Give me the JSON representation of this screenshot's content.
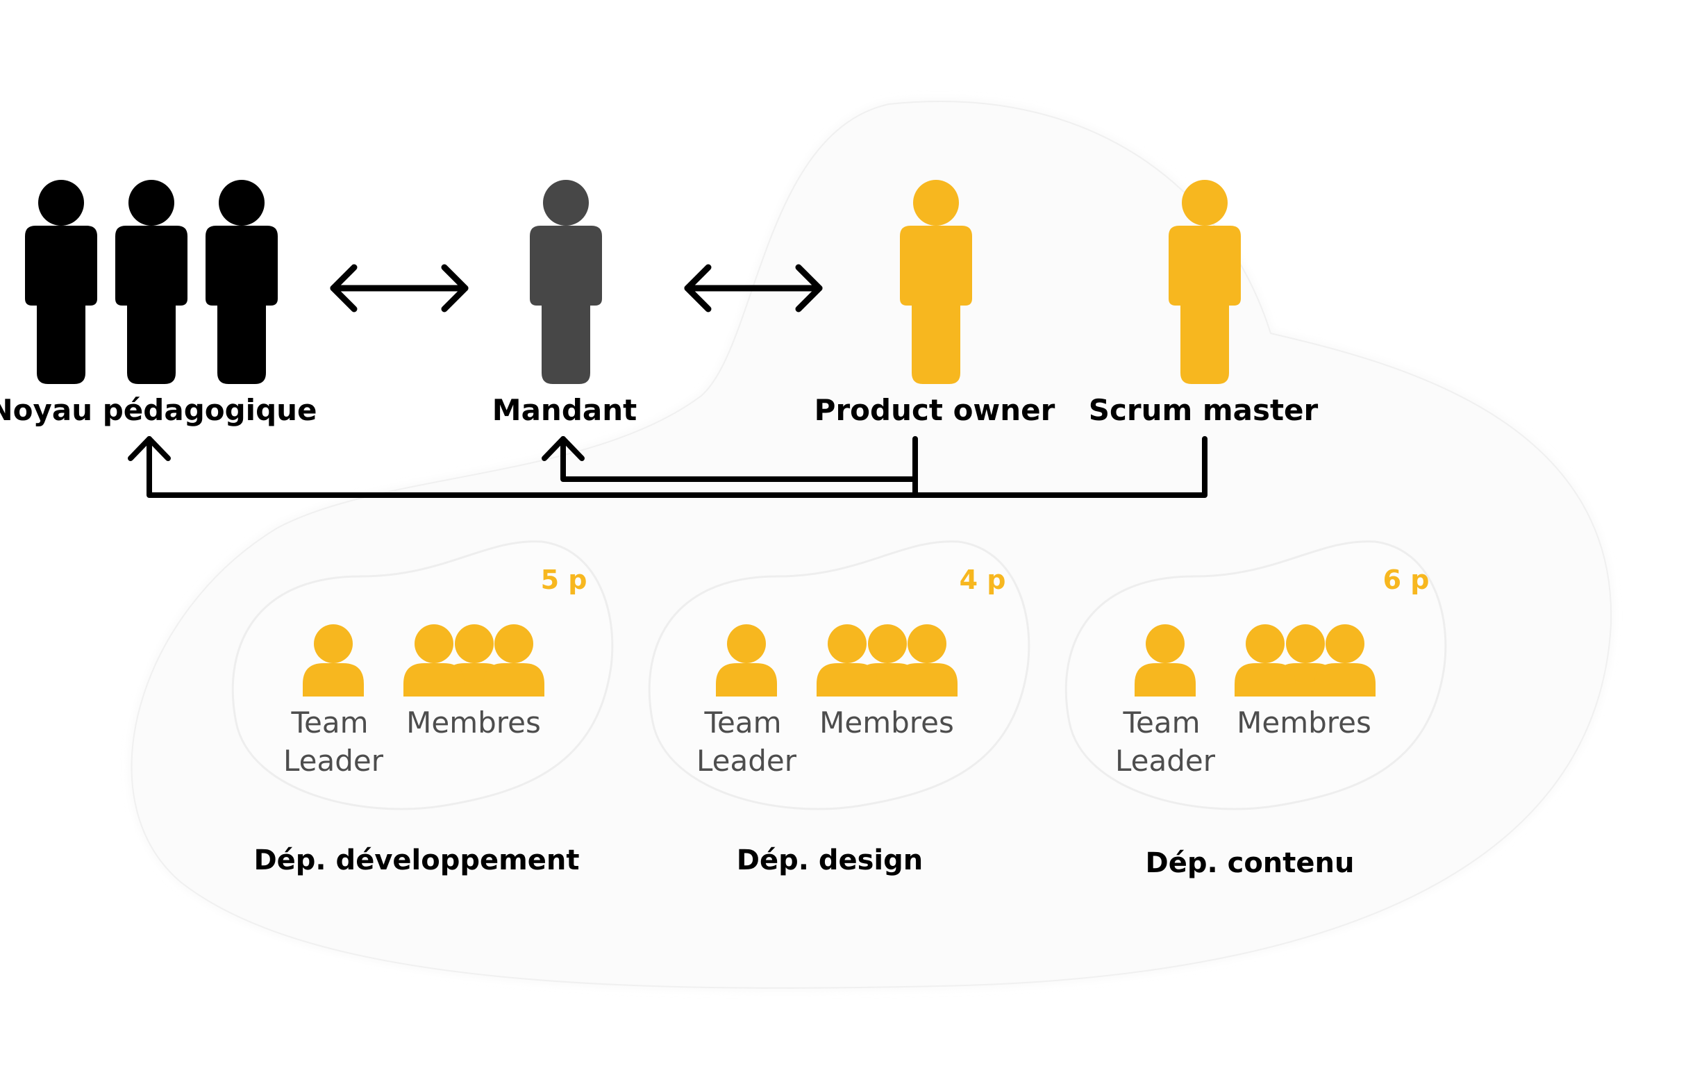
{
  "roles": {
    "noyau": "Noyau pédagogique",
    "mandant": "Mandant",
    "product_owner": "Product owner",
    "scrum_master": "Scrum master"
  },
  "departments": [
    {
      "name": "Dép. développement",
      "count": "5 p",
      "leader_line1": "Team",
      "leader_line2": "Leader",
      "members": "Membres"
    },
    {
      "name": "Dép. design",
      "count": "4 p",
      "leader_line1": "Team",
      "leader_line2": "Leader",
      "members": "Membres"
    },
    {
      "name": "Dép. contenu",
      "count": "6 p",
      "leader_line1": "Team",
      "leader_line2": "Leader",
      "members": "Membres"
    }
  ],
  "colors": {
    "black": "#000000",
    "gray": "#474747",
    "yellow": "#F7B71F",
    "text_gray": "#4d4d4d",
    "blob": "#fafafa"
  },
  "icons": {
    "person": "person-icon",
    "arrow": "double-arrow-icon"
  }
}
